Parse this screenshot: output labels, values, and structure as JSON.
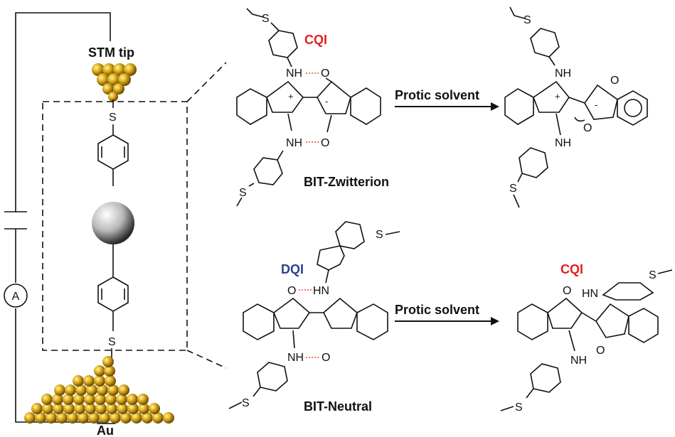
{
  "device": {
    "tip_label": "STM tip",
    "substrate_label": "Au",
    "ammeter_label": "A",
    "sulfur_label": "S"
  },
  "top_row": {
    "interference_label": "CQI",
    "molecule_name": "BIT-Zwitterion",
    "arrow_label": "Protic solvent",
    "atom_labels": {
      "nh": "NH",
      "o": "O",
      "s": "S",
      "plus": "+",
      "minus": "-"
    }
  },
  "bottom_row": {
    "interference_label_left": "DQI",
    "interference_label_right": "CQI",
    "molecule_name": "BIT-Neutral",
    "arrow_label": "Protic solvent",
    "atom_labels": {
      "hn": "HN",
      "nh": "NH",
      "o": "O",
      "s": "S"
    }
  },
  "colors": {
    "cqi": "#e02020",
    "dqi": "#2c3f8f",
    "gold": "#d4a017",
    "hbond": "#e05030"
  }
}
